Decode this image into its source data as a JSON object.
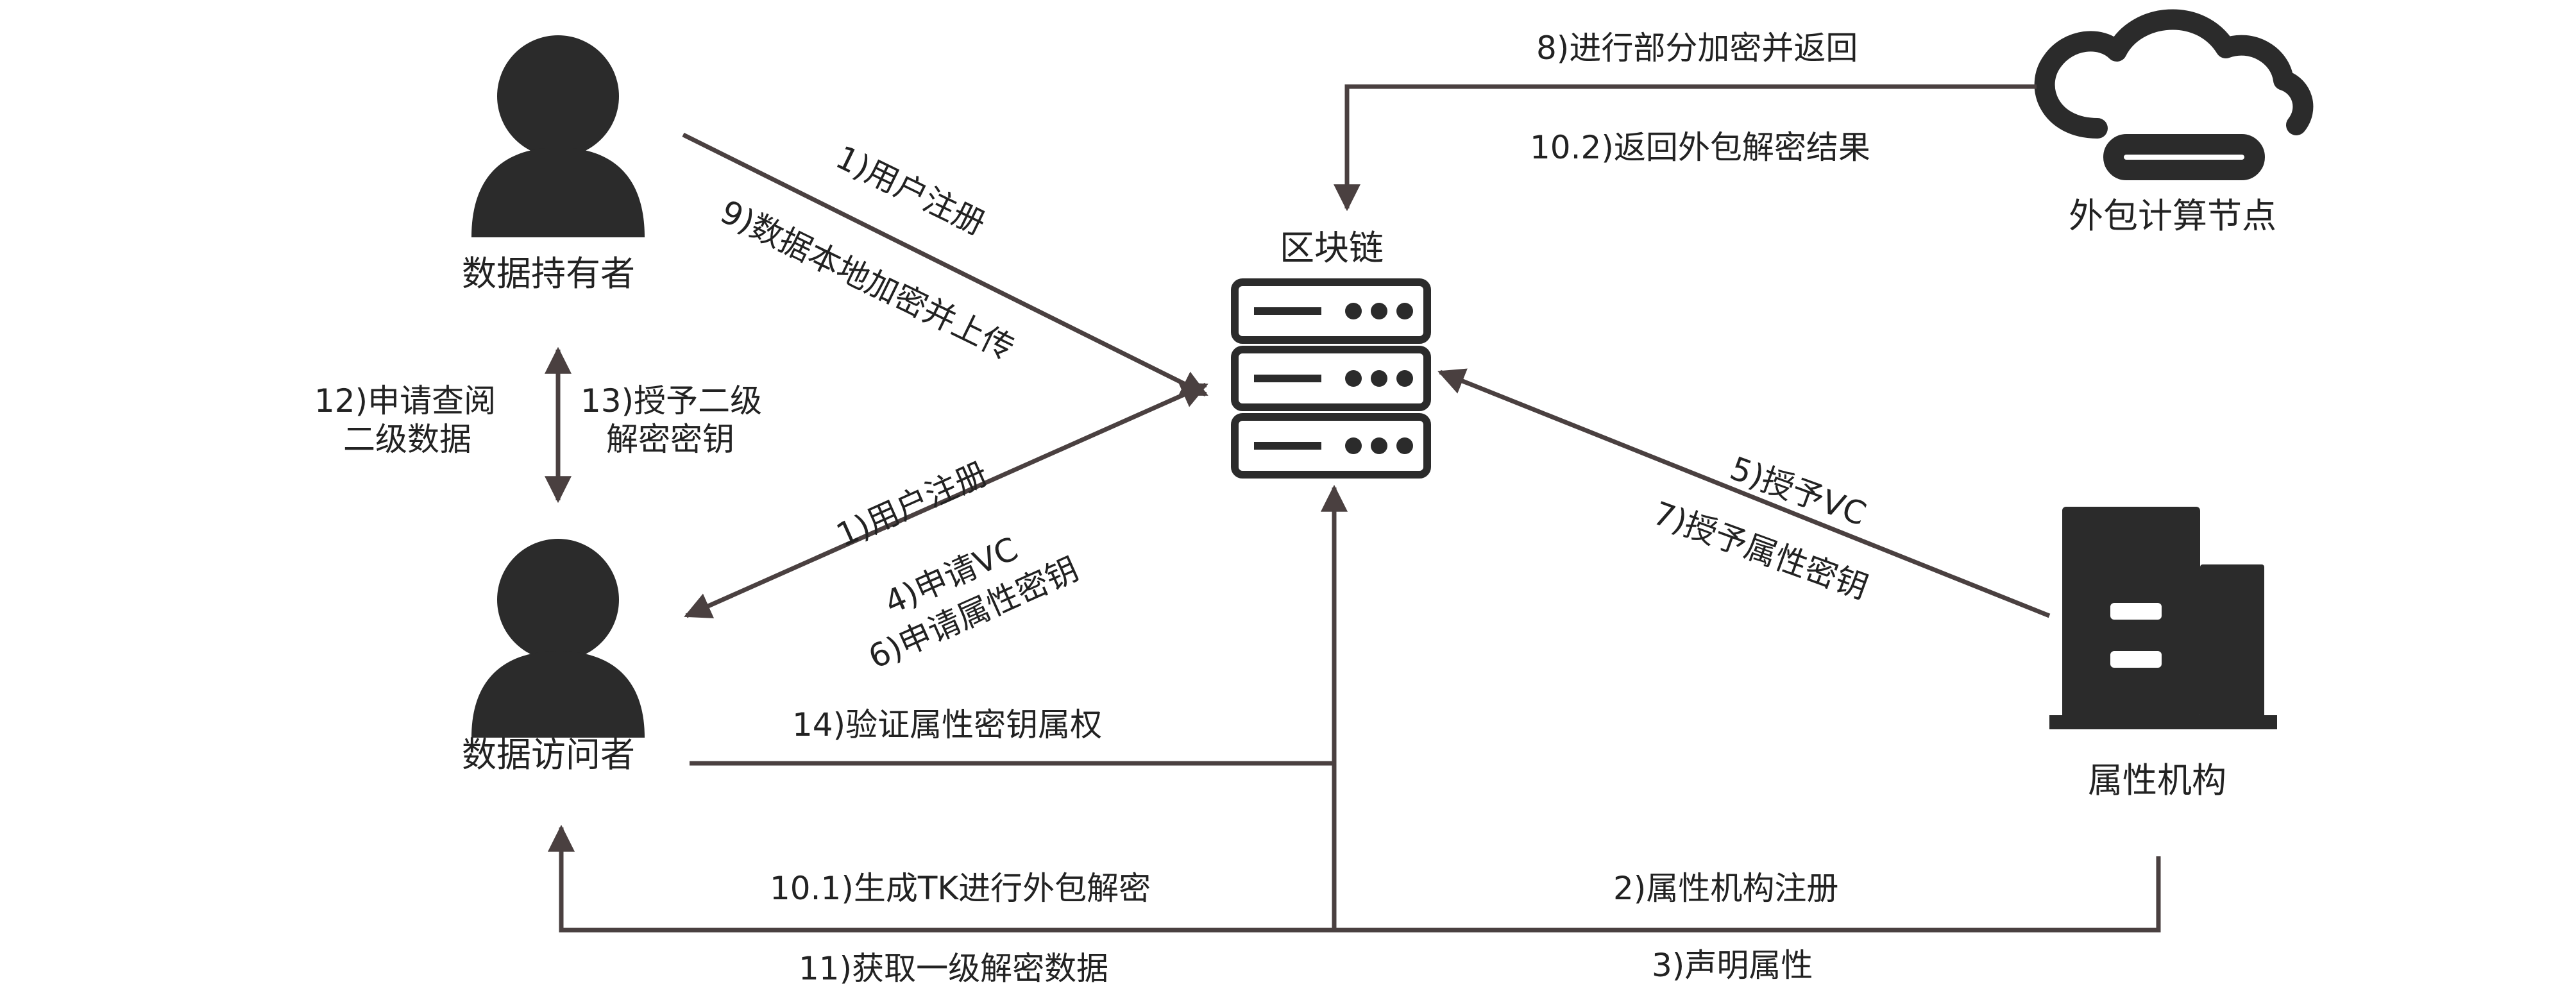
{
  "nodes": {
    "data_owner": "数据持有者",
    "data_accessor": "数据访问者",
    "blockchain": "区块链",
    "outsourced_node": "外包计算节点",
    "attribute_authority": "属性机构"
  },
  "edges": {
    "e1_owner": "1)用户注册",
    "e9": "9)数据本地加密并上传",
    "e1_accessor": "1)用户注册",
    "e4": "4)申请VC",
    "e6": "6)申请属性密钥",
    "e8": "8)进行部分加密并返回",
    "e10_2": "10.2)返回外包解密结果",
    "e5": "5)授予VC",
    "e7": "7)授予属性密钥",
    "e12_line1": "12)申请查阅",
    "e12_line2": "二级数据",
    "e13_line1": "13)授予二级",
    "e13_line2": "解密密钥",
    "e14": "14)验证属性密钥属权",
    "e10_1": "10.1)生成TK进行外包解密",
    "e11": "11)获取一级解密数据",
    "e2": "2)属性机构注册",
    "e3": "3)声明属性"
  },
  "colors": {
    "line": "#4a4040",
    "icon": "#2b2b2b",
    "text": "#222222"
  }
}
